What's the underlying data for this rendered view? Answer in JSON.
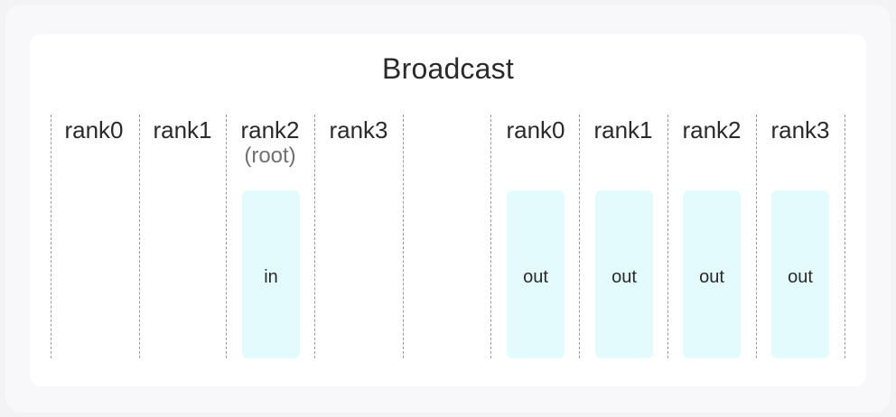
{
  "diagram": {
    "title": "Broadcast",
    "before": {
      "ranks": [
        "rank0",
        "rank1",
        "rank2",
        "rank3"
      ],
      "root_note": "(root)",
      "buffers": [
        {
          "rank": "rank2",
          "label": "in"
        }
      ]
    },
    "after": {
      "ranks": [
        "rank0",
        "rank1",
        "rank2",
        "rank3"
      ],
      "buffers": [
        {
          "rank": "rank0",
          "label": "out"
        },
        {
          "rank": "rank1",
          "label": "out"
        },
        {
          "rank": "rank2",
          "label": "out"
        },
        {
          "rank": "rank3",
          "label": "out"
        }
      ]
    },
    "colors": {
      "buffer_fill": "#e3fbfd",
      "divider": "#9a9a9a",
      "text": "#2a2a2a"
    }
  }
}
